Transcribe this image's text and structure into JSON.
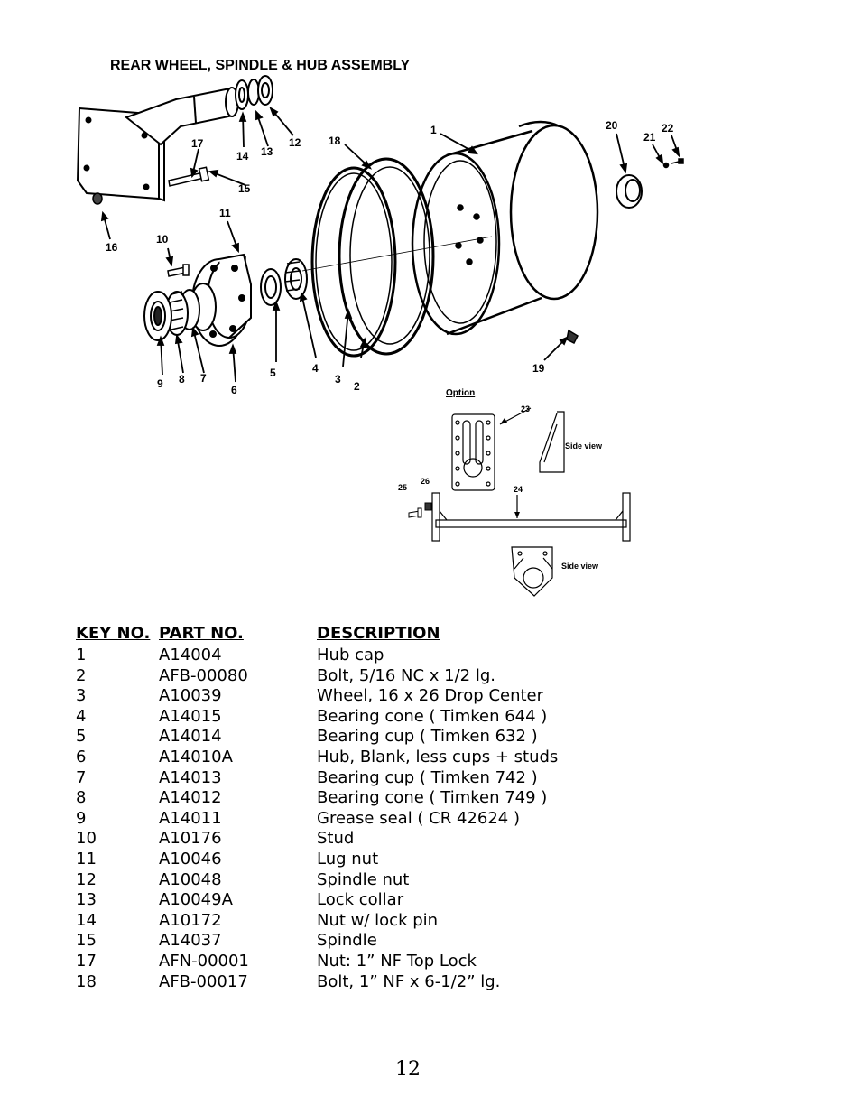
{
  "title": "REAR WHEEL, SPINDLE & HUB ASSEMBLY",
  "callouts": {
    "c1": "1",
    "c2": "2",
    "c3": "3",
    "c4": "4",
    "c5": "5",
    "c6": "6",
    "c7": "7",
    "c8": "8",
    "c9": "9",
    "c10": "10",
    "c11": "11",
    "c12": "12",
    "c13": "13",
    "c14": "14",
    "c15": "15",
    "c16": "16",
    "c17": "17",
    "c18": "18",
    "c19": "19",
    "c20": "20",
    "c21": "21",
    "c22": "22",
    "c23": "23",
    "c24": "24",
    "c25": "25",
    "c26": "26"
  },
  "option_label": "Option",
  "side_view_label": "Side view",
  "table": {
    "headers": [
      "KEY NO.",
      "PART NO.",
      "DESCRIPTION"
    ],
    "rows": [
      [
        "1",
        "A14004",
        "Hub cap"
      ],
      [
        "2",
        "AFB-00080",
        "Bolt, 5/16 NC x 1/2 lg."
      ],
      [
        "3",
        "A10039",
        "Wheel, 16 x 26 Drop Center"
      ],
      [
        "4",
        "A14015",
        "Bearing cone ( Timken 644 )"
      ],
      [
        "5",
        "A14014",
        "Bearing cup ( Timken 632 )"
      ],
      [
        "6",
        "A14010A",
        "Hub, Blank, less cups + studs"
      ],
      [
        "7",
        "A14013",
        "Bearing cup ( Timken 742 )"
      ],
      [
        "8",
        "A14012",
        "Bearing cone ( Timken 749 )"
      ],
      [
        "9",
        "A14011",
        "Grease seal ( CR 42624 )"
      ],
      [
        "10",
        "A10176",
        "Stud"
      ],
      [
        "11",
        "A10046",
        "Lug nut"
      ],
      [
        "12",
        "A10048",
        "Spindle nut"
      ],
      [
        "13",
        "A10049A",
        "Lock collar"
      ],
      [
        "14",
        "A10172",
        "Nut w/ lock pin"
      ],
      [
        "15",
        "A14037",
        "Spindle"
      ],
      [
        "17",
        "AFN-00001",
        "Nut: 1” NF Top Lock"
      ],
      [
        "18",
        "AFB-00017",
        "Bolt, 1” NF x 6-1/2” lg."
      ]
    ]
  },
  "page_number": "12"
}
